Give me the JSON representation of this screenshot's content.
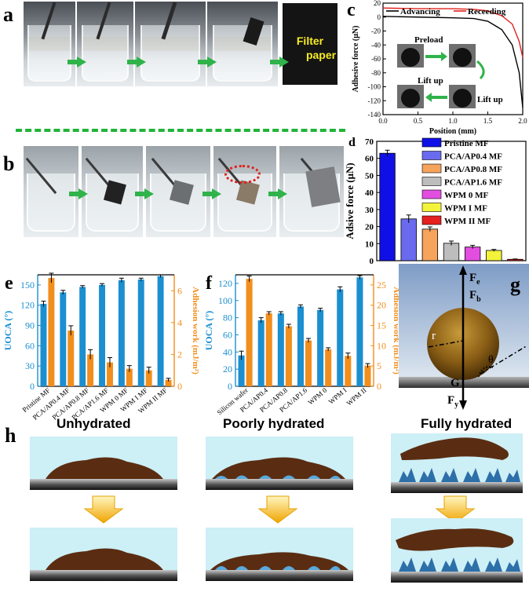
{
  "panels": {
    "a": "a",
    "b": "b",
    "c": "c",
    "d": "d",
    "e": "e",
    "f": "f",
    "g": "g",
    "h": "h"
  },
  "panel_a": {
    "filter_label_line1": "Filter",
    "filter_label_line2": "paper"
  },
  "panel_g": {
    "Fe": "F",
    "Fe_sub": "e",
    "Fb": "F",
    "Fb_sub": "b",
    "r": "r",
    "theta": "θ",
    "G": "G",
    "Fy": "F",
    "Fy_sub": "y"
  },
  "panel_h": {
    "titles": [
      "Unhydrated",
      "Poorly hydrated",
      "Fully hydrated"
    ]
  },
  "colors": {
    "green_arrow": "#2fb34a",
    "red_circle": "#e0201b",
    "bar_blue": "#1b8fd0",
    "bar_orange": "#f28e1c",
    "advancing": "#000000",
    "receding": "#e0201b",
    "droplet_brown": "#5a2d12",
    "water": "#cdeff6"
  },
  "chart_data": [
    {
      "id": "c",
      "type": "line",
      "xlabel": "Position (mm)",
      "ylabel": "Adhesive force (μN)",
      "xlim": [
        0.0,
        2.0
      ],
      "ylim": [
        -140,
        20
      ],
      "xticks": [
        "0.0",
        "0.5",
        "1.0",
        "1.5",
        "2.0"
      ],
      "yticks": [
        "20",
        "0",
        "-20",
        "-40",
        "-60",
        "-80",
        "-100",
        "-120",
        "-140"
      ],
      "legend": [
        "Advancing",
        "Receeding"
      ],
      "legend_position": "top",
      "annotations": [
        "Preload",
        "Lift up",
        "Lift up"
      ],
      "series": [
        {
          "name": "Advancing",
          "x": [
            0.0,
            0.5,
            1.0,
            1.3,
            1.5,
            1.7,
            1.85,
            1.95,
            2.0
          ],
          "y": [
            1,
            0,
            -1,
            -2,
            -6,
            -18,
            -40,
            -80,
            -130
          ]
        },
        {
          "name": "Receeding",
          "x": [
            0.0,
            0.5,
            1.0,
            1.3,
            1.5,
            1.7,
            1.85,
            1.95,
            2.0
          ],
          "y": [
            13,
            12,
            12,
            11,
            9,
            2,
            -10,
            -35,
            -58
          ]
        }
      ]
    },
    {
      "id": "d",
      "type": "bar",
      "ylabel": "Adsive force (μN)",
      "ylim": [
        0,
        70
      ],
      "yticks": [
        "0",
        "10",
        "20",
        "30",
        "40",
        "50",
        "60",
        "70"
      ],
      "legend_position": "top-right",
      "categories": [
        "Pristine MF",
        "PCA/AP0.4 MF",
        "PCA/AP0.8 MF",
        "PCA/AP1.6 MF",
        "WPM 0 MF",
        "WPM I MF",
        "WPM II MF"
      ],
      "values": [
        63,
        24.5,
        18.5,
        10.2,
        8,
        6,
        0.8
      ],
      "errors": [
        1.8,
        2.3,
        1.3,
        1.3,
        1.0,
        0.6,
        0.2
      ],
      "colors": [
        "#1010e6",
        "#6a6aee",
        "#f6a35c",
        "#bdbdbd",
        "#e24ee0",
        "#f3f43a",
        "#e62020"
      ]
    },
    {
      "id": "e",
      "type": "bar",
      "ylabel": "UOCA (°)",
      "y2label": "Adhesion work (mJ/m²)",
      "ylim": [
        0,
        165
      ],
      "y2lim": [
        0,
        7
      ],
      "yticks": [
        "0",
        "30",
        "60",
        "90",
        "120",
        "150"
      ],
      "y2ticks": [
        "0",
        "2",
        "4",
        "6"
      ],
      "categories": [
        "Pristine MF",
        "PCA/AP0.4 MF",
        "PCA/AP0.8 MF",
        "PCA/AP1.6 MF",
        "WPM 0 MF",
        "WPM I MF",
        "WPM II MF"
      ],
      "series": [
        {
          "axis": "left",
          "values": [
            122,
            139,
            147,
            150,
            157,
            158,
            163
          ],
          "errors": [
            4,
            3,
            2,
            2,
            3,
            2,
            2
          ]
        },
        {
          "axis": "right",
          "values": [
            6.8,
            3.5,
            2.0,
            1.5,
            1.1,
            1.0,
            0.4
          ],
          "errors": [
            0.3,
            0.3,
            0.3,
            0.3,
            0.2,
            0.2,
            0.1
          ]
        }
      ]
    },
    {
      "id": "f",
      "type": "bar",
      "ylabel": "UOCA (°)",
      "y2label": "Adhesion work (mJ/m²)",
      "ylim": [
        0,
        130
      ],
      "y2lim": [
        0,
        27.5
      ],
      "yticks": [
        "0",
        "20",
        "40",
        "60",
        "80",
        "100",
        "120"
      ],
      "y2ticks": [
        "0",
        "5",
        "10",
        "15",
        "20",
        "25"
      ],
      "categories": [
        "Silicon wafer",
        "PCA/AP0.4",
        "PCA/AP0.8",
        "PCA/AP1.6",
        "WPM 0",
        "WPM I",
        "WPM II"
      ],
      "series": [
        {
          "axis": "left",
          "values": [
            36,
            77,
            85,
            93,
            89,
            113,
            127
          ],
          "errors": [
            5,
            3,
            2,
            2,
            2,
            3,
            2
          ]
        },
        {
          "axis": "right",
          "values": [
            26.5,
            18,
            14.8,
            11.3,
            9.1,
            7.5,
            5.1
          ],
          "errors": [
            0.7,
            0.4,
            0.5,
            0.5,
            0.4,
            0.7,
            0.5
          ]
        }
      ]
    }
  ]
}
